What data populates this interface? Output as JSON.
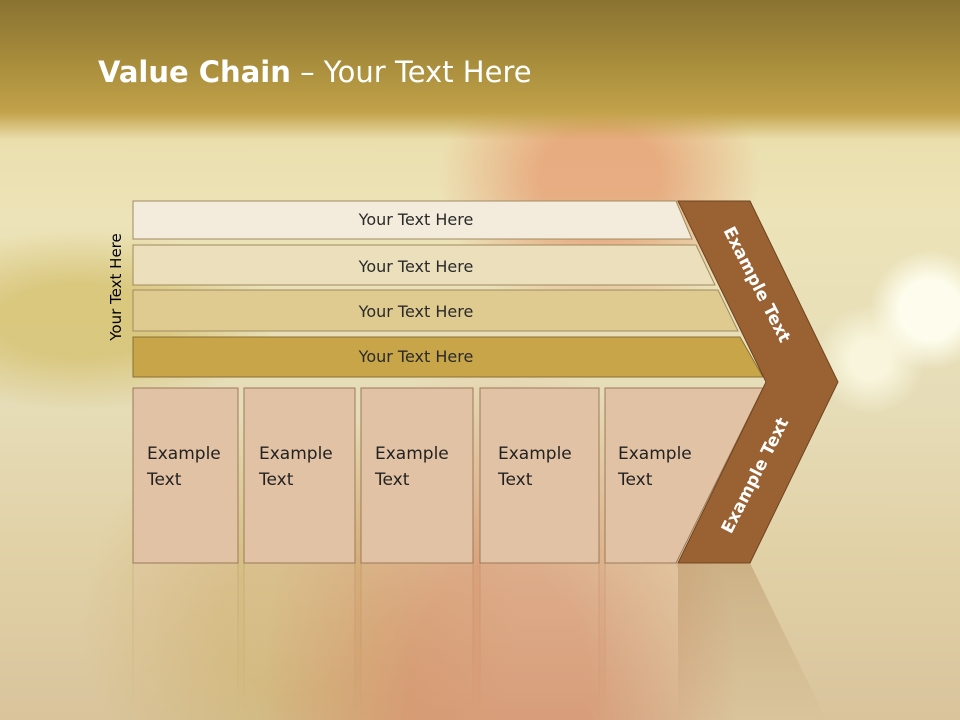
{
  "slide": {
    "title_bold": "Value Chain",
    "title_rest": " – Your Text Here",
    "side_label": "Your Text Here"
  },
  "bars": [
    {
      "label": "Your Text Here",
      "color": "#f3ecdc"
    },
    {
      "label": "Your Text Here",
      "color": "#ebdfbc"
    },
    {
      "label": "Your Text Here",
      "color": "#dfcb90"
    },
    {
      "label": "Your Text Here",
      "color": "#c9a54a"
    }
  ],
  "boxes": [
    {
      "line1": "Example",
      "line2": "Text"
    },
    {
      "line1": "Example",
      "line2": "Text"
    },
    {
      "line1": "Example",
      "line2": "Text"
    },
    {
      "line1": "Example",
      "line2": "Text"
    },
    {
      "line1": "Example",
      "line2": "Text"
    }
  ],
  "chevron": {
    "upper_label": "Example Text",
    "lower_label": "Example Text",
    "color": "#9a6232"
  },
  "colors": {
    "box_fill": "#e2c2a4",
    "box_stroke": "#9a7a5a"
  }
}
